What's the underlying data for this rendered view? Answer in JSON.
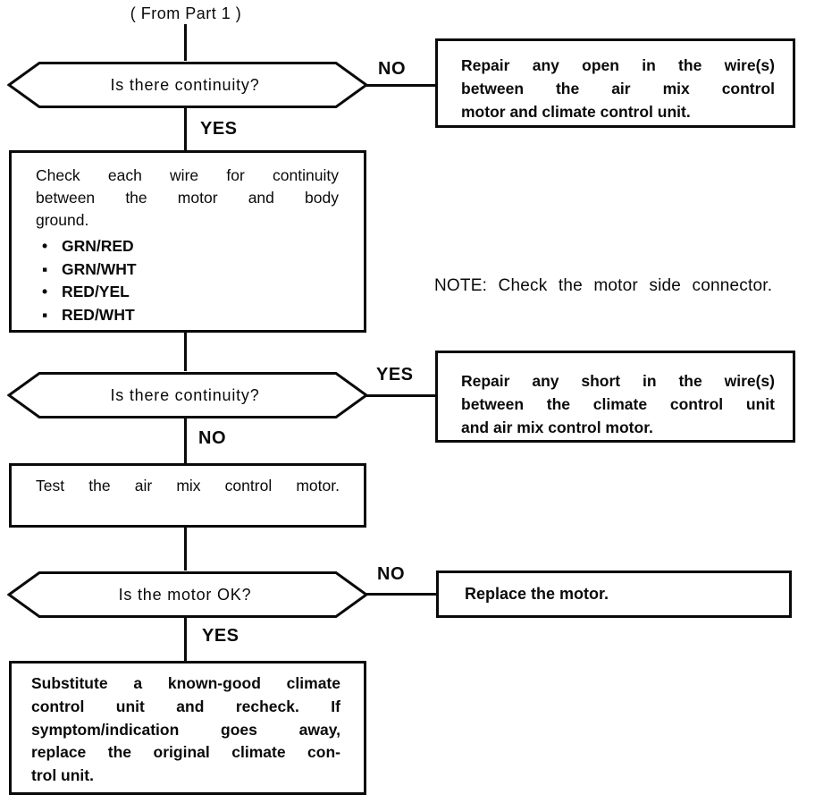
{
  "colors": {
    "ink": "#0a0a0a",
    "paper": "#ffffff"
  },
  "header": {
    "from_label": "( From Part 1 )"
  },
  "flow": {
    "d1": {
      "question": "Is there continuity?",
      "no_label": "NO",
      "yes_label": "YES"
    },
    "repair_open": {
      "lines": [
        "Repair any open in the wire(s)",
        "between the air mix control",
        "motor and climate control unit."
      ]
    },
    "check_wires": {
      "lines": [
        "Check each wire for continuity",
        "between the motor and body",
        "ground."
      ],
      "bullets": [
        {
          "marker": "•",
          "label": "GRN/RED"
        },
        {
          "marker": "▪",
          "label": "GRN/WHT"
        },
        {
          "marker": "•",
          "label": "RED/YEL"
        },
        {
          "marker": "▪",
          "label": "RED/WHT"
        }
      ]
    },
    "note": "NOTE: Check the motor side connector.",
    "d2": {
      "question": "Is there continuity?",
      "yes_label": "YES",
      "no_label": "NO"
    },
    "repair_short": {
      "lines": [
        "Repair any short in the wire(s)",
        "between the climate control unit",
        "and air mix control motor."
      ]
    },
    "test_motor": {
      "text": "Test the air mix control motor."
    },
    "d3": {
      "question": "Is the motor OK?",
      "no_label": "NO",
      "yes_label": "YES"
    },
    "replace_motor": {
      "text": "Replace the motor."
    },
    "substitute": {
      "lines": [
        "Substitute a known-good climate",
        "control unit and recheck. If",
        "symptom/indication goes away,",
        "replace the original climate con-",
        "trol unit."
      ]
    }
  }
}
